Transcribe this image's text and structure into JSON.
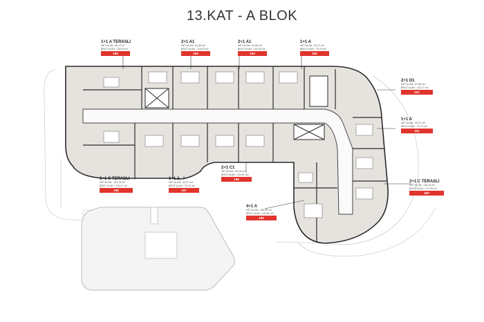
{
  "title": "13.KAT - A BLOK",
  "units": [
    {
      "type": "1+1 A TERASLI",
      "net": "NET ALAN : 96,12 m²",
      "brut": "BRÜT ALAN : 136,63 m²",
      "no": "195"
    },
    {
      "type": "2+1 A1",
      "net": "NET ALAN : 81,65 m2",
      "brut": "BRÜT ALAN : 118,25 m2",
      "no": "194"
    },
    {
      "type": "2+1 A1",
      "net": "NET ALAN : 81,65 m2",
      "brut": "BRÜT ALAN : 118,25 m2",
      "no": "193"
    },
    {
      "type": "1+1 A",
      "net": "NET ALAN : 52,27 m2",
      "brut": "BRÜT ALAN : 75,75 m2",
      "no": "192"
    },
    {
      "type": "2+1 D1",
      "net": "NET ALAN : 87,65 m2",
      "brut": "BRÜT ALAN : 116,77 m2",
      "no": "202"
    },
    {
      "type": "1+1 A",
      "net": "NET ALAN : 52,27 m2",
      "brut": "BRÜT ALAN : 75,75 m2",
      "no": "201"
    },
    {
      "type": "2+1 C TERASLI",
      "net": "NET ALAN : 118,18 m2",
      "brut": "BRÜT ALAN : 171,25 m2",
      "no": "200"
    },
    {
      "type": "4+1 A",
      "net": "NET ALAN : 168,85 m2",
      "brut": "BRÜT ALAN : 244,69 m2",
      "no": "199"
    },
    {
      "type": "2+1 C1",
      "net": "NET ALAN : 99,18 m2",
      "brut": "BRÜT ALAN : 143,81 m2",
      "no": "198"
    },
    {
      "type": "1+1 A",
      "net": "NET ALAN : 52,27 m2",
      "brut": "BRÜT ALAN : 75,75 m2",
      "no": "197"
    },
    {
      "type": "3+1 C TERASLI",
      "net": "NET ALAN : 121,75 m2",
      "brut": "BRÜT ALAN : 176,47 m2",
      "no": "196"
    }
  ]
}
